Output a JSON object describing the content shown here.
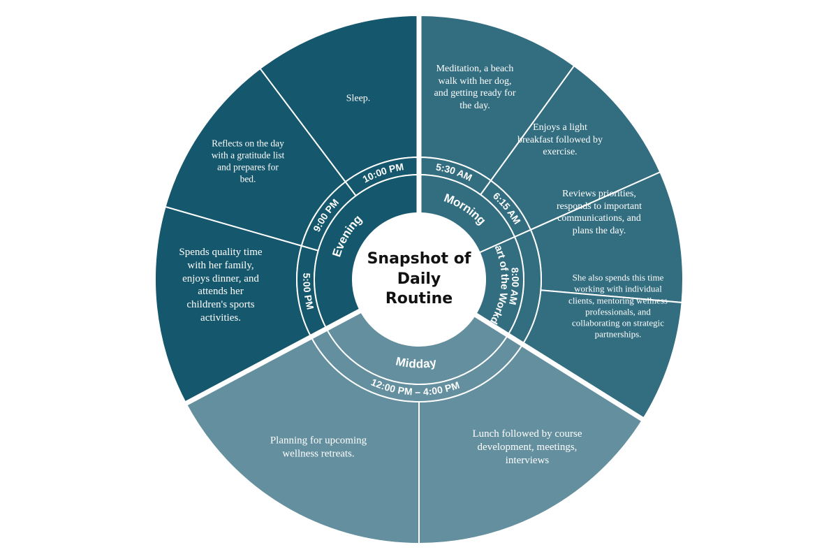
{
  "title": "Snapshot of Daily Routine",
  "colors": {
    "morning": "#336e80",
    "midday": "#638f9e",
    "evening": "#15576c",
    "center": "#ffffff",
    "title_text": "#111111"
  },
  "phases": [
    {
      "id": "morning",
      "label": "Morning",
      "times": [
        {
          "id": "t-530",
          "label": "5:30 AM",
          "description": "Meditation, a beach walk with her dog, and getting ready for the day."
        },
        {
          "id": "t-615",
          "label": "6:15 AM",
          "description": "Enjoys a light breakfast followed by exercise."
        }
      ]
    },
    {
      "id": "workday",
      "label": "Start of the Workday",
      "times": [
        {
          "id": "t-800",
          "label": "8:00 AM",
          "description": "Reviews priorities, responds to important communications, and plans the day."
        },
        {
          "id": "t-800b",
          "label": "",
          "description": "She also spends this time working with individual clients, mentoring wellness professionals, and collaborating on strategic partnerships."
        }
      ]
    },
    {
      "id": "midday",
      "label": "Midday",
      "times": [
        {
          "id": "t-1200",
          "label": "12:00 PM – 4:00 PM",
          "description": "Lunch followed by course development, meetings, interviews"
        },
        {
          "id": "t-1200b",
          "label": "",
          "description": "Planning for upcoming wellness retreats."
        }
      ]
    },
    {
      "id": "evening",
      "label": "Evening",
      "times": [
        {
          "id": "t-500pm",
          "label": "5:00 PM",
          "description": "Spends quality time with her family, enjoys dinner, and attends her children's sports activities."
        },
        {
          "id": "t-900pm",
          "label": "9:00 PM",
          "description": "Reflects on the day with a gratitude list and prepares for bed."
        },
        {
          "id": "t-1000pm",
          "label": "10:00 PM",
          "description": "Sleep."
        }
      ]
    }
  ]
}
